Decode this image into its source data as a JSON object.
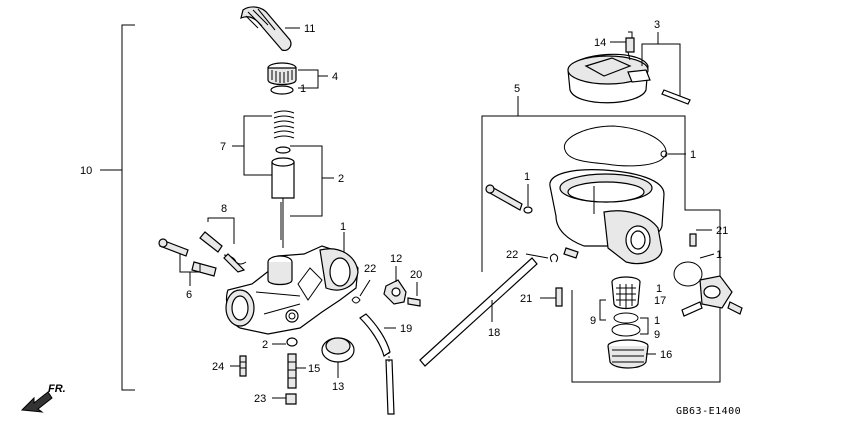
{
  "diagram_code": "GB63-E1400",
  "front_arrow_label": "FR.",
  "callouts": {
    "c11": "11",
    "c4": "4",
    "c1a": "1",
    "c7": "7",
    "c2a": "2",
    "c10": "10",
    "c8": "8",
    "c6": "6",
    "c1b": "1",
    "c22a": "22",
    "c12": "12",
    "c20": "20",
    "c19": "19",
    "c2b": "2",
    "c24": "24",
    "c15": "15",
    "c13": "13",
    "c23": "23",
    "c3": "3",
    "c14": "14",
    "c5": "5",
    "c1c": "1",
    "c1d": "1",
    "c21a": "21",
    "c22b": "22",
    "c1e": "1",
    "c18": "18",
    "c21b": "21",
    "c1f": "1",
    "c17": "17",
    "c9a": "9",
    "c1g": "1",
    "c9b": "9",
    "c16": "16"
  }
}
